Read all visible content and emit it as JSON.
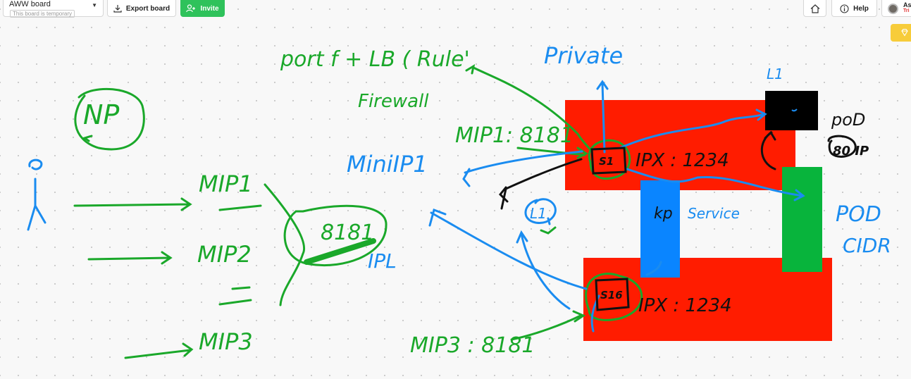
{
  "header": {
    "board_title": "AWW board",
    "board_subtitle": "This board is temporary",
    "export_label": "Export board",
    "invite_label": "Invite",
    "help_label": "Help",
    "user_name": "As",
    "user_sub": "Tri"
  },
  "colors": {
    "ink_green": "#1aa82a",
    "ink_blue": "#1a8cf0",
    "ink_black": "#111111",
    "red_block": "#ff1c00",
    "blue_block": "#0a85ff",
    "green_block": "#08b43c",
    "invite_green": "#2fc25b",
    "premium_yellow": "#f7cc3a"
  },
  "annotations": {
    "np": "NP",
    "port_rule": "port f + LB ( Rule'",
    "firewall": "Firewall",
    "private": "Private",
    "l1_top": "L1",
    "pod_top": "poD",
    "pod_ip": "80 IP",
    "mip1_port": "MIP1: 8181",
    "s1": "S1",
    "ipx_top": "IPX : 1234",
    "mini_ip1": "MiniIP1",
    "l1_mid": "L1",
    "kp": "kp",
    "service": "Service",
    "pod_cidr_1": "POD",
    "pod_cidr_2": "CIDR",
    "mip1": "MIP1",
    "mip2": "MIP2",
    "mip3": "MIP3",
    "lb_port": "8181",
    "lb_ip": "IPL",
    "s16": "S16",
    "ipx_bottom": "IPX : 1234",
    "mip3_port": "MIP3 : 8181"
  }
}
